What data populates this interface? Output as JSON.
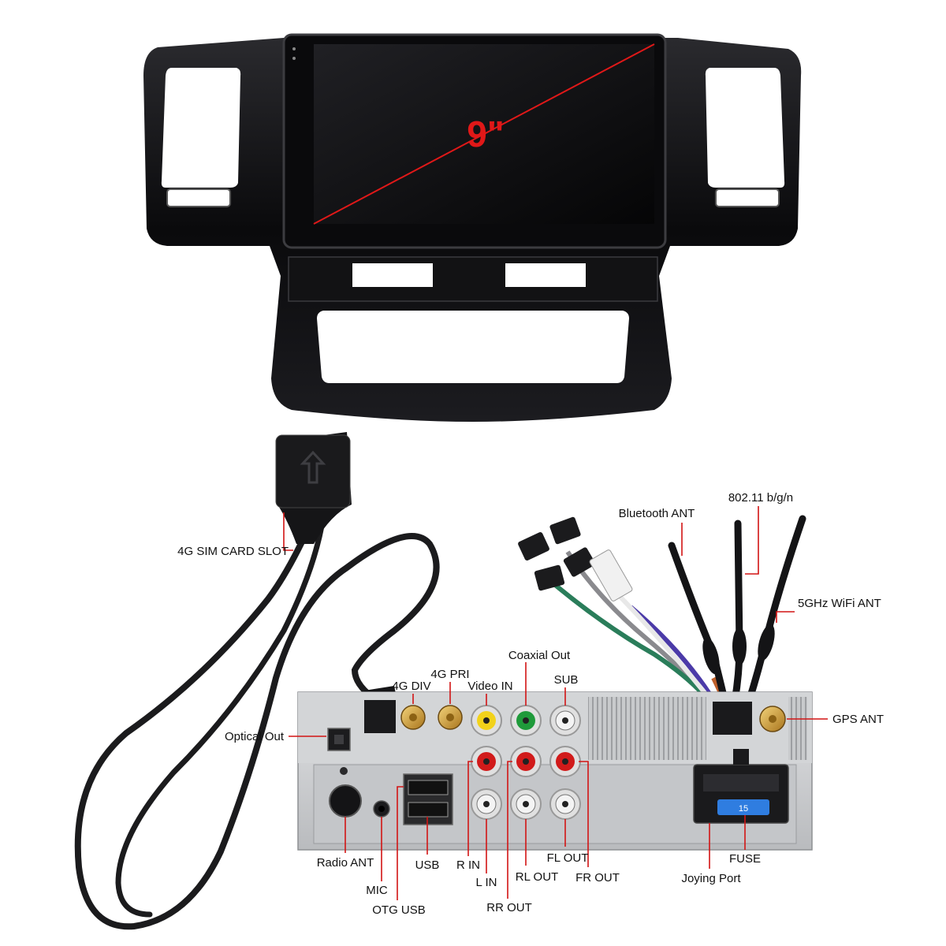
{
  "screen": {
    "size_label": "9\""
  },
  "labels": {
    "sim_slot": "4G SIM CARD SLOT",
    "bluetooth_ant": "Bluetooth ANT",
    "wifi_80211": "802.11 b/g/n",
    "wifi_5ghz": "5GHz WiFi ANT",
    "coaxial_out": "Coaxial Out",
    "pri_4g": "4G PRI",
    "div_4g": "4G DIV",
    "video_in": "Video IN",
    "sub": "SUB",
    "gps_ant": "GPS ANT",
    "optical_out": "Optical Out",
    "radio_ant": "Radio ANT",
    "mic": "MIC",
    "otg_usb": "OTG USB",
    "usb": "USB",
    "r_in": "R IN",
    "l_in": "L IN",
    "rr_out": "RR OUT",
    "rl_out": "RL OUT",
    "fl_out": "FL OUT",
    "fr_out": "FR OUT",
    "joying_port": "Joying Port",
    "fuse": "FUSE"
  },
  "colors": {
    "leader": "#d21414",
    "screen_diag": "#e01818",
    "bezel": "#0c0c0e",
    "chassis": "#cfd1d3",
    "rca_yellow": "#f2d21a",
    "rca_green": "#1f9a3a",
    "rca_red": "#d11a1a",
    "rca_white": "#f4f4f4",
    "fuse_blue": "#2f7de0"
  }
}
